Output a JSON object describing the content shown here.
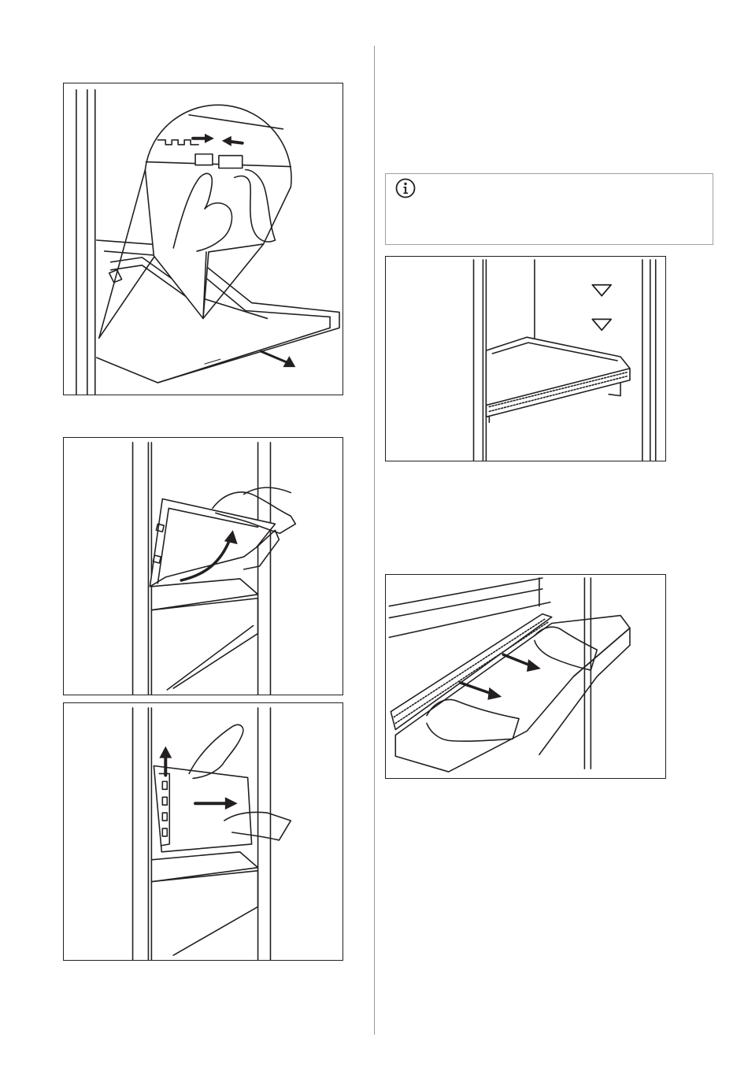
{
  "page": {
    "note": {
      "icon": "info-icon",
      "text": ""
    }
  },
  "figures": [
    {
      "id": "fig-1",
      "icon": "pinch-clips-release-shelf-illustration"
    },
    {
      "id": "fig-2",
      "icon": "lift-door-shelf-illustration"
    },
    {
      "id": "fig-3",
      "icon": "remove-shelf-frame-illustration"
    },
    {
      "id": "fig-4",
      "icon": "glass-shelf-position-marks-illustration"
    },
    {
      "id": "fig-5",
      "icon": "pull-out-drawer-illustration"
    }
  ]
}
